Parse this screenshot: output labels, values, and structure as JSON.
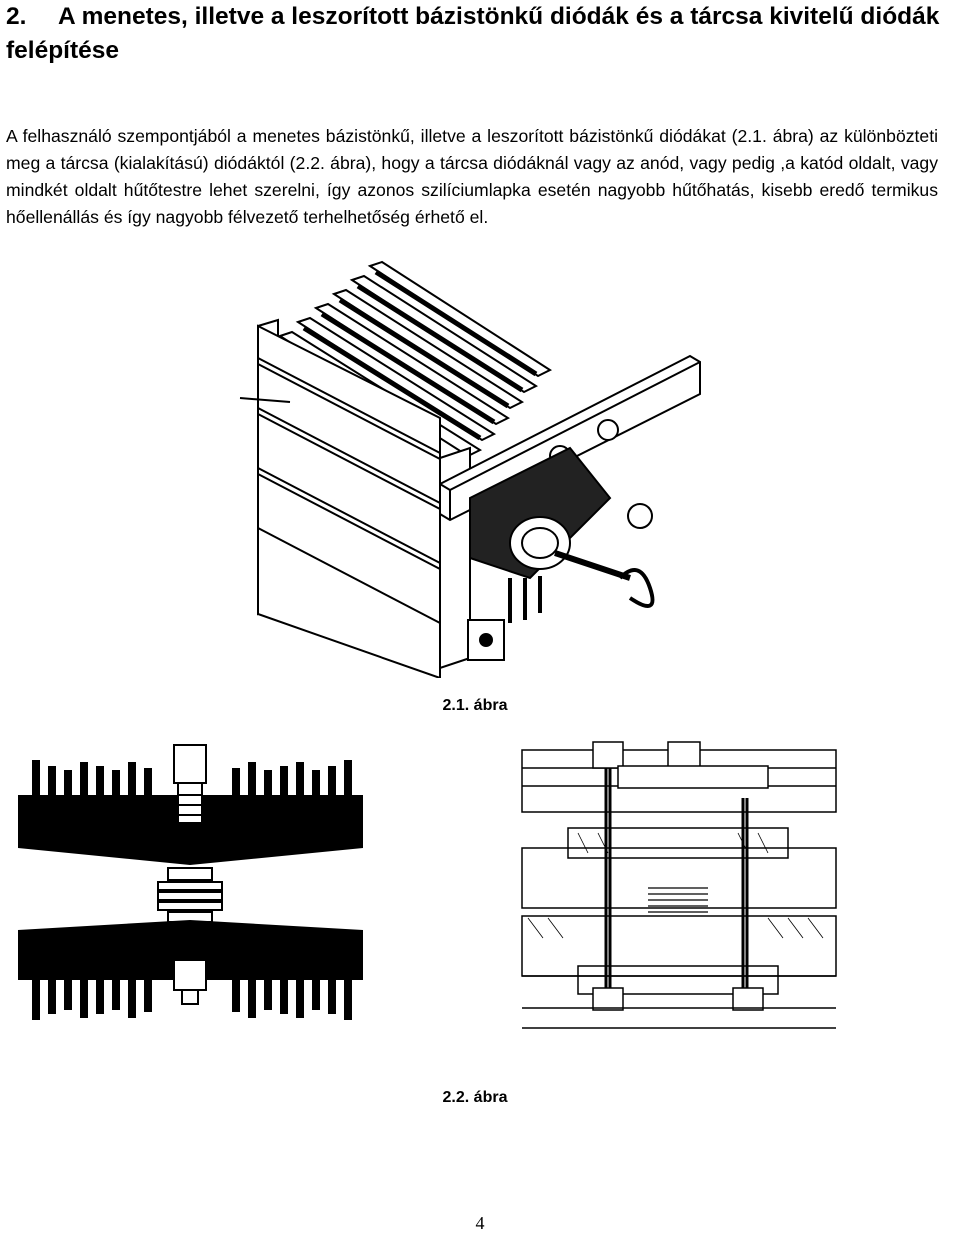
{
  "section": {
    "number": "2.",
    "title": "A menetes, illetve a leszorított bázistönkű diódák és a tárcsa kivitelű diódák felépítése"
  },
  "paragraph": "A felhasználó szempontjából a menetes bázistönkű, illetve a leszorított bázistönkű diódákat (2.1. ábra) az különbözteti meg a tárcsa (kialakítású) diódáktól (2.2. ábra), hogy a tárcsa diódáknál vagy az anód, vagy pedig ,a katód oldalt, vagy mindkét oldalt hűtőtestre lehet szerelni, így azonos szilíciumlapka esetén nagyobb hűtőhatás, kisebb eredő termikus hőellenállás és így nagyobb félvezető terhelhetőség érhető el.",
  "figures": {
    "fig1_caption": "2.1. ábra",
    "fig2_caption": "2.2. ábra"
  },
  "page_number": "4"
}
